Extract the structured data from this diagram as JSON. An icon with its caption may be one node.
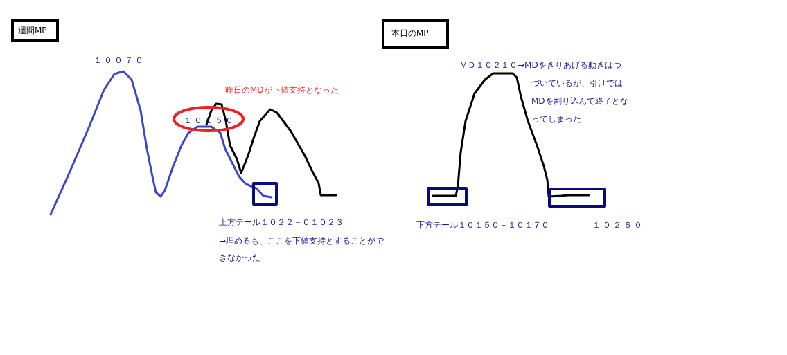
{
  "diagram": {
    "nodes": [
      {
        "text": [
          "週間MP"
        ]
      },
      {
        "text": [
          "本日のMP"
        ]
      }
    ],
    "labels": [
      "１００７０",
      "昨日のMDが下値支持となった",
      "１０１５０",
      "上方テール１０２２－０１０２３",
      "→埋めるも、ここを下値支持とすることができなかった",
      "ＭＤ１０２１０→MDをきりあげる動きはつづいているが、引けではMDを割り込んで終了となってしまった",
      "下方テール１０１５０－１０１７０",
      "１０２６０"
    ]
  }
}
